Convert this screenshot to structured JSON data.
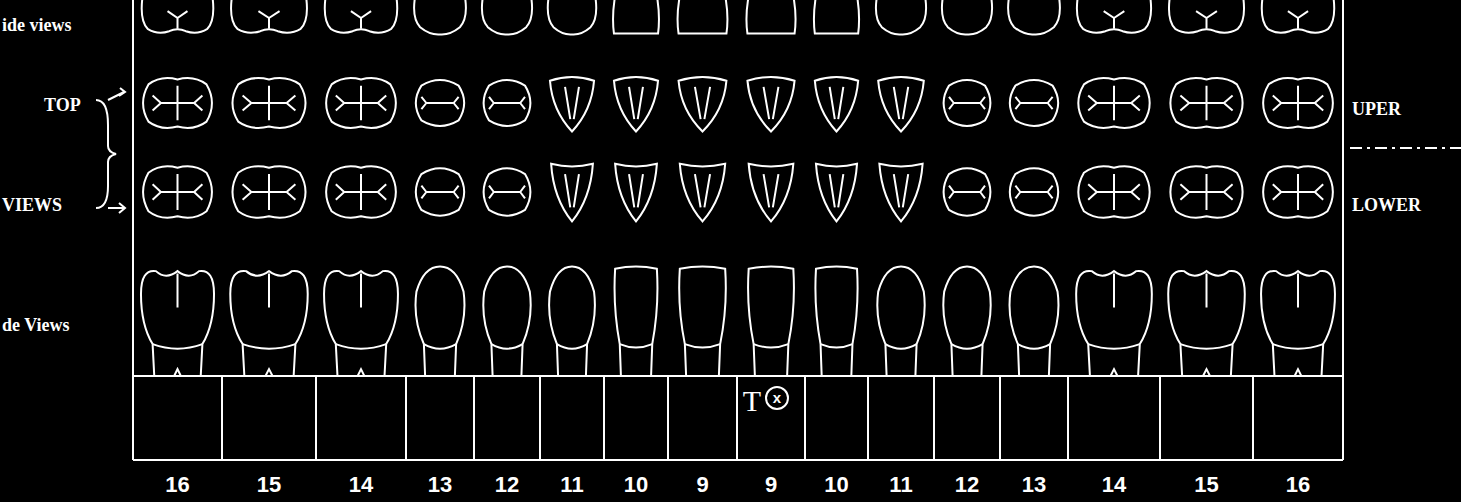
{
  "diagram": {
    "labels": [
      "ide views",
      "TOP",
      "VIEWS",
      "de Views",
      "UPER",
      "LOWER",
      "T",
      "x",
      "16",
      "15",
      "14",
      "13",
      "12",
      "11",
      "10",
      "9",
      "9",
      "10",
      "11",
      "12",
      "13",
      "14",
      "15",
      "16"
    ]
  }
}
